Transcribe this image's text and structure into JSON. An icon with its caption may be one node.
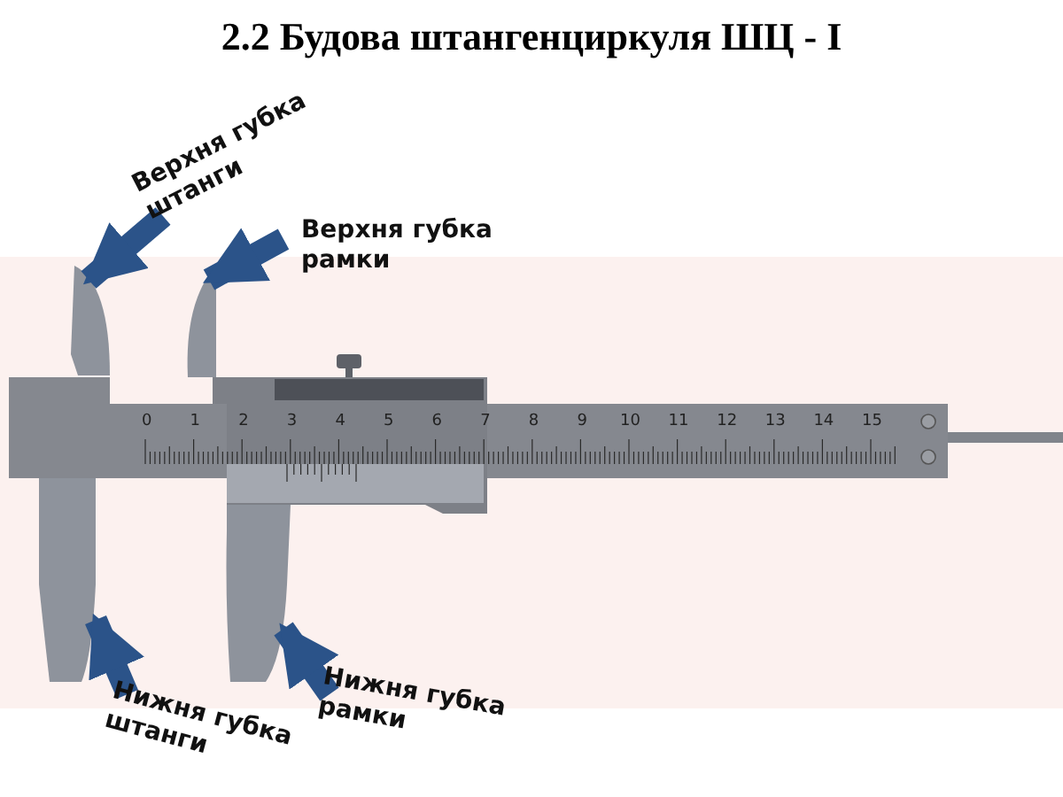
{
  "diagram": {
    "title": "2.2 Будова штангенциркуля ШЦ - І",
    "nodes": [
      {
        "text": [
          "Верхня губка штанги"
        ]
      },
      {
        "text": [
          "Верхня губка рамки"
        ]
      },
      {
        "text": [
          "Нижня губка штанги"
        ]
      },
      {
        "text": [
          "Нижня губка рамки"
        ]
      },
      {
        "text": [],
        "shape": "box"
      },
      {
        "text": [],
        "shape": "box"
      },
      {
        "text": [],
        "shape": "box"
      },
      {
        "text": [],
        "shape": "box"
      }
    ],
    "edges": [
      {
        "from": 0,
        "to": 4,
        "arrow": "to"
      },
      {
        "from": 1,
        "to": 5,
        "arrow": "to"
      },
      {
        "from": 2,
        "to": 6,
        "arrow": "to"
      },
      {
        "from": 3,
        "to": 7,
        "arrow": "to"
      }
    ],
    "labels": [
      "0",
      "1",
      "2",
      "3",
      "4",
      "5",
      "6",
      "7",
      "8",
      "9",
      "10",
      "11",
      "12",
      "13",
      "14",
      "15"
    ]
  }
}
